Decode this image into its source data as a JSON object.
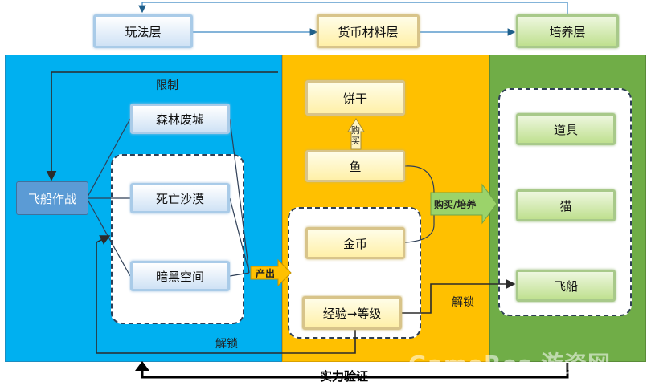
{
  "top_layers": [
    "玩法层",
    "货币材料层",
    "培养层"
  ],
  "blue_panel": {
    "hub": "飞船作战",
    "areas": [
      "森林废墟",
      "死亡沙漠",
      "暗黑空间"
    ],
    "limit_label": "限制",
    "unlock_label": "解锁"
  },
  "yellow_panel": {
    "biscuit": "饼干",
    "buy_small": "购买",
    "fish": "鱼",
    "coin": "金币",
    "exp": "经验→等级"
  },
  "green_panel": {
    "items": [
      "道具",
      "猫",
      "飞船"
    ]
  },
  "arrows": {
    "produce": "产出",
    "buy_train": "购买/培养",
    "unlock": "解锁",
    "strength_check": "实力验证"
  },
  "watermark": "GameRes 游资网",
  "colors": {
    "blue_panel": "#00b0f0",
    "yellow_panel": "#ffc000",
    "green_panel": "#70ad47"
  }
}
